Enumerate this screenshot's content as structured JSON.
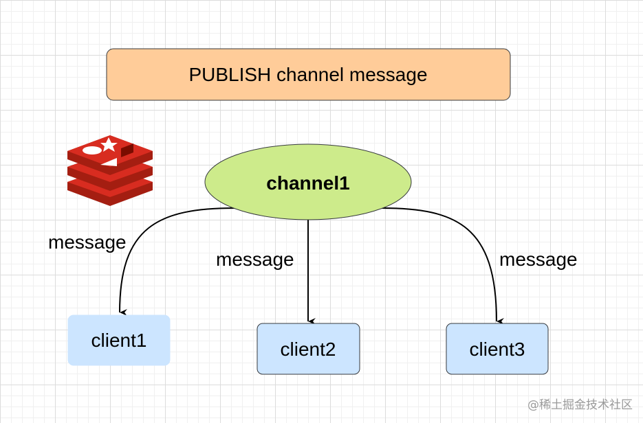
{
  "command": {
    "text": "PUBLISH channel message",
    "fill": "#ffcc99",
    "stroke": "#36393d"
  },
  "channel": {
    "label": "channel1",
    "fill": "#cdeb8b",
    "stroke": "#36393d"
  },
  "edges": [
    {
      "label": "message",
      "target": "client1"
    },
    {
      "label": "message",
      "target": "client2"
    },
    {
      "label": "message",
      "target": "client3"
    }
  ],
  "clients": [
    {
      "label": "client1",
      "fill": "#cce5ff",
      "stroke": "#cce5ff"
    },
    {
      "label": "client2",
      "fill": "#cce5ff",
      "stroke": "#36393d"
    },
    {
      "label": "client3",
      "fill": "#cce5ff",
      "stroke": "#36393d"
    }
  ],
  "logo": {
    "icon": "redis-logo-icon",
    "color": "#c6302b"
  },
  "watermark": {
    "text": "@稀土掘金技术社区"
  }
}
